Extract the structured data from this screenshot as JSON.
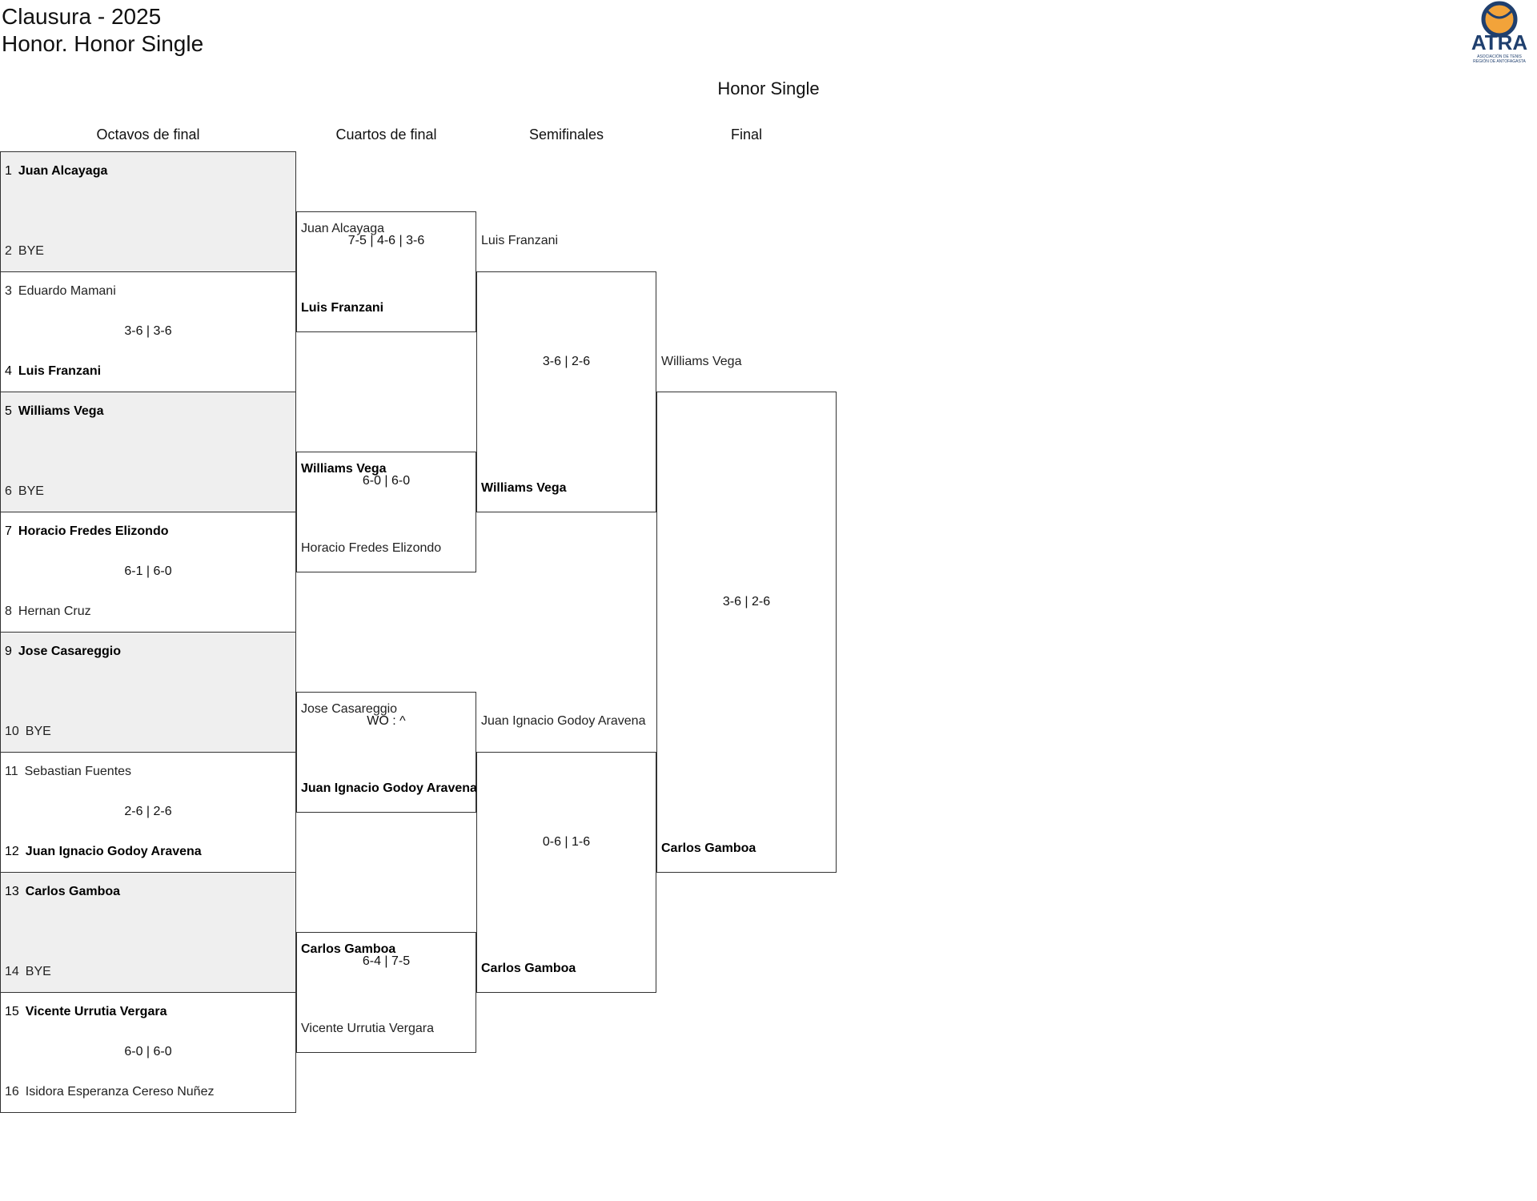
{
  "header": {
    "line1": "Clausura - 2025",
    "line2": "Honor. Honor Single",
    "logo_text": "ATRA",
    "logo_subtext1": "ASOCIACIÓN DE TENIS",
    "logo_subtext2": "REGIÓN DE ANTOFAGASTA"
  },
  "draw": {
    "title": "Honor Single",
    "rounds": [
      "Octavos de final",
      "Cuartos de final",
      "Semifinales",
      "Final"
    ]
  },
  "round1": {
    "matches": [
      {
        "seed1": "1",
        "p1": "Juan Alcayaga",
        "seed2": "2",
        "p2": "BYE",
        "score": "",
        "winner": 1,
        "bye": true
      },
      {
        "seed1": "3",
        "p1": "Eduardo Mamani",
        "seed2": "4",
        "p2": "Luis Franzani",
        "score": "3-6 | 3-6",
        "winner": 2,
        "bye": false
      },
      {
        "seed1": "5",
        "p1": "Williams Vega",
        "seed2": "6",
        "p2": "BYE",
        "score": "",
        "winner": 1,
        "bye": true
      },
      {
        "seed1": "7",
        "p1": "Horacio Fredes Elizondo",
        "seed2": "8",
        "p2": "Hernan Cruz",
        "score": "6-1 | 6-0",
        "winner": 1,
        "bye": false
      },
      {
        "seed1": "9",
        "p1": "Jose Casareggio",
        "seed2": "10",
        "p2": "BYE",
        "score": "",
        "winner": 1,
        "bye": true
      },
      {
        "seed1": "11",
        "p1": "Sebastian Fuentes",
        "seed2": "12",
        "p2": "Juan Ignacio Godoy Aravena",
        "score": "2-6 | 2-6",
        "winner": 2,
        "bye": false
      },
      {
        "seed1": "13",
        "p1": "Carlos Gamboa",
        "seed2": "14",
        "p2": "BYE",
        "score": "",
        "winner": 1,
        "bye": true
      },
      {
        "seed1": "15",
        "p1": "Vicente Urrutia Vergara",
        "seed2": "16",
        "p2": "Isidora Esperanza Cereso Nuñez",
        "score": "6-0 | 6-0",
        "winner": 1,
        "bye": false
      }
    ]
  },
  "round2": {
    "matches": [
      {
        "p1": "Juan Alcayaga",
        "p2": "Luis Franzani",
        "score": "7-5 | 4-6 | 3-6",
        "winner": 2
      },
      {
        "p1": "Williams Vega",
        "p2": "Horacio Fredes Elizondo",
        "score": "6-0 | 6-0",
        "winner": 1
      },
      {
        "p1": "Jose Casareggio",
        "p2": "Juan Ignacio Godoy Aravena",
        "score": "WO : ^",
        "winner": 2
      },
      {
        "p1": "Carlos Gamboa",
        "p2": "Vicente Urrutia Vergara",
        "score": "6-4 | 7-5",
        "winner": 1
      }
    ]
  },
  "round3": {
    "matches": [
      {
        "p1": "Luis Franzani",
        "p2": "Williams Vega",
        "score": "3-6 | 2-6",
        "winner": 2
      },
      {
        "p1": "Juan Ignacio Godoy Aravena",
        "p2": "Carlos Gamboa",
        "score": "0-6 | 1-6",
        "winner": 2
      }
    ]
  },
  "final": {
    "p1": "Williams Vega",
    "p2": "Carlos Gamboa",
    "score": "3-6 | 2-6",
    "winner": 2
  },
  "colors": {
    "shade": "#efefef",
    "border": "#333333",
    "logo_blue": "#1f3f6e",
    "logo_orange": "#f2a33a"
  }
}
